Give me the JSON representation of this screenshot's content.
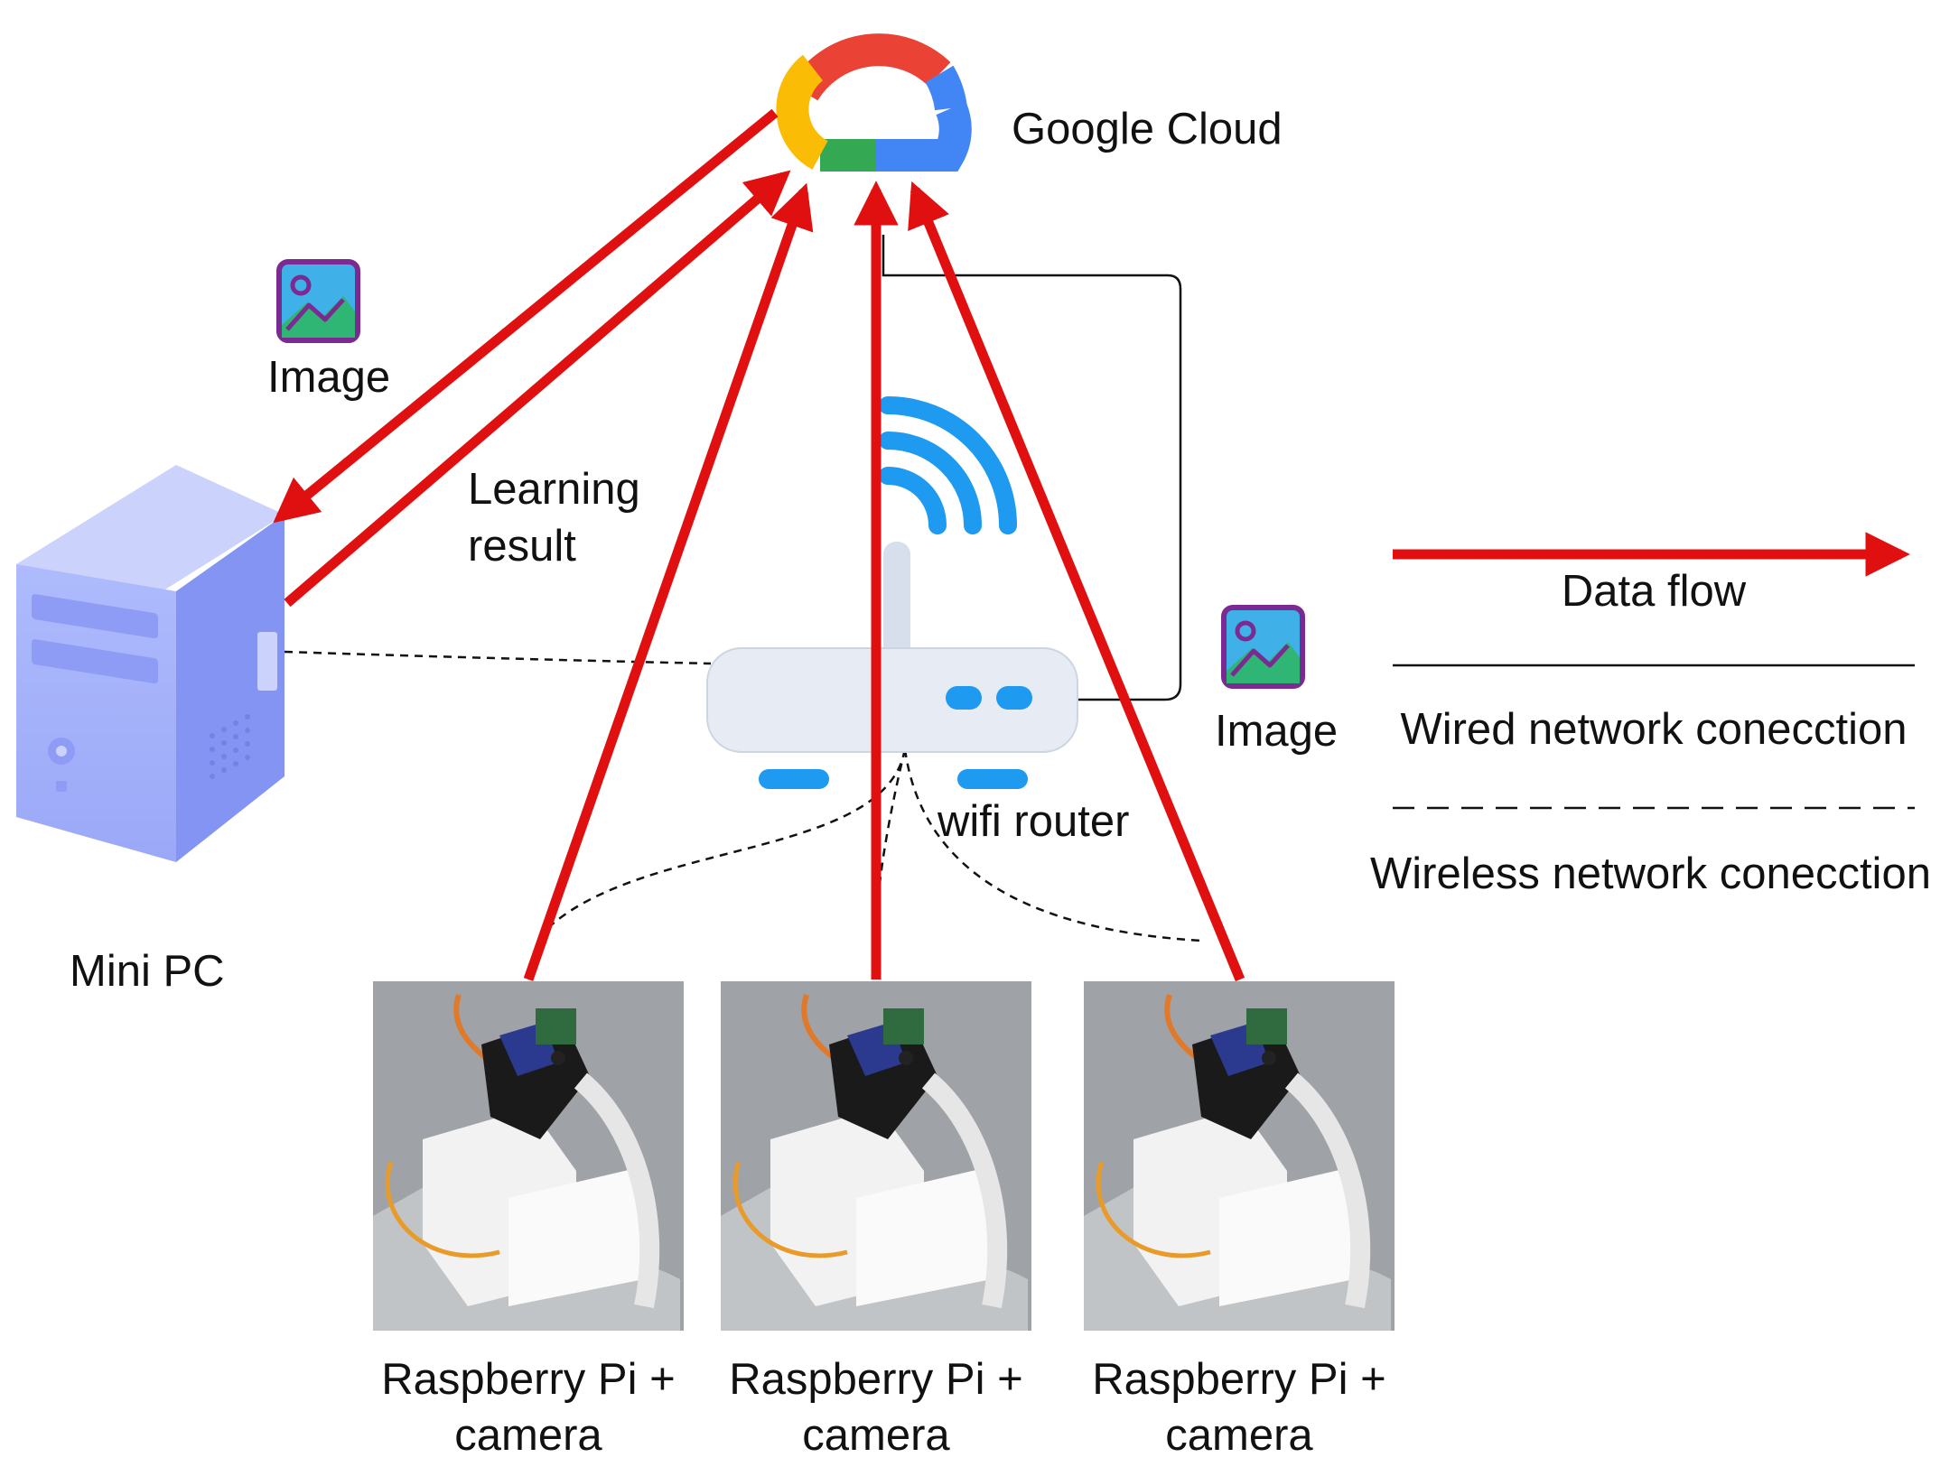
{
  "cloud": {
    "label": "Google Cloud",
    "colors": {
      "red": "#EA4335",
      "blue": "#4285F4",
      "yellow": "#FBBC05",
      "green": "#34A853"
    }
  },
  "minipc": {
    "label": "Mini PC",
    "color": "#A6B4FB"
  },
  "router": {
    "label": "wifi router",
    "wifi_color": "#1E9BF0"
  },
  "images": {
    "left_label": "Image",
    "right_label": "Image",
    "icon_color": "#7B2A92"
  },
  "learning_result": {
    "line1": "Learning",
    "line2": "result"
  },
  "cameras": [
    {
      "line1": "Raspberry Pi +",
      "line2": "camera"
    },
    {
      "line1": "Raspberry Pi +",
      "line2": "camera"
    },
    {
      "line1": "Raspberry Pi +",
      "line2": "camera"
    }
  ],
  "legend": {
    "data_flow": "Data flow",
    "wired": "Wired network conecction",
    "wireless": "Wireless network conecction"
  },
  "colors": {
    "data_flow": "#E01010",
    "line": "#111111"
  }
}
